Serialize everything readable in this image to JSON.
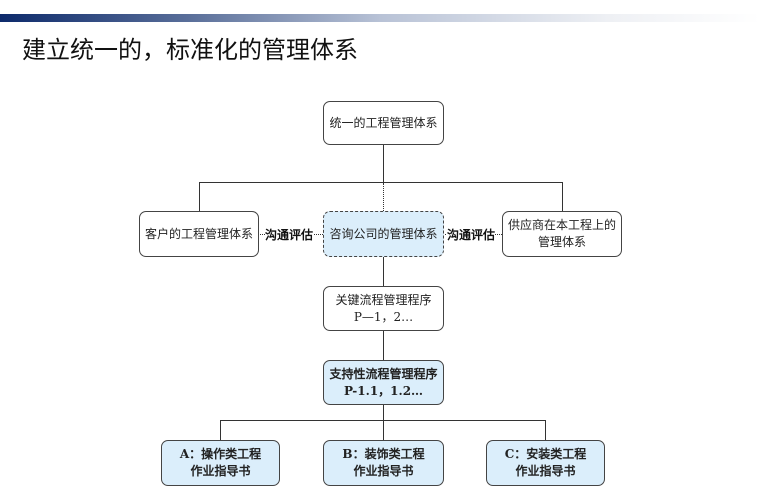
{
  "title": "建立统一的，标准化的管理体系",
  "top": "统一的工程管理体系",
  "client": "客户的工程管理体系",
  "consult": "咨询公司的管理体系",
  "supplier": [
    "供应商在本工程上的",
    "管理体系"
  ],
  "comm_left": "沟通评估",
  "comm_right": "沟通评估",
  "key": [
    "关键流程管理程序",
    "P—1，2…"
  ],
  "support": [
    "支持性流程管理程序",
    "P-1.1，1.2…"
  ],
  "guides": [
    [
      "A：操作类工程",
      "作业指导书"
    ],
    [
      "B：装饰类工程",
      "作业指导书"
    ],
    [
      "C：安装类工程",
      "作业指导书"
    ]
  ]
}
